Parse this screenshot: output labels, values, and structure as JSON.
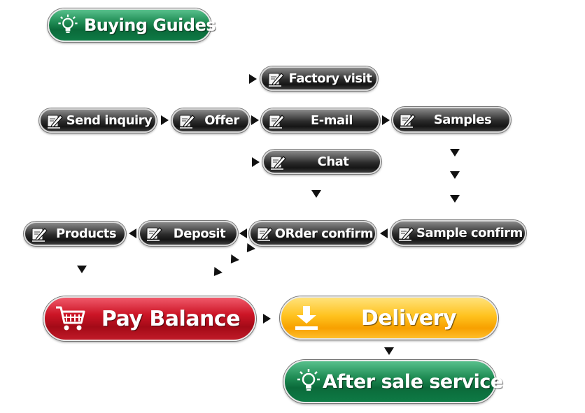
{
  "header": {
    "title": "Buying Guides",
    "icon": "lightbulb-icon"
  },
  "nodes": {
    "send_inquiry": "Send inquiry",
    "offer": "Offer",
    "factory_visit": "Factory visit",
    "email": "E-mail",
    "chat": "Chat",
    "samples": "Samples",
    "sample_confirm": "Sample confirm",
    "order_confirm": "ORder confirm",
    "deposit": "Deposit",
    "products": "Products",
    "pay_balance": "Pay Balance",
    "delivery": "Delivery",
    "after_sale": "After sale service"
  },
  "icons": {
    "node": "edit-pencil-icon",
    "pay_balance": "shopping-cart-icon",
    "delivery": "download-icon",
    "after_sale": "lightbulb-icon"
  },
  "colors": {
    "green": "#0e7a45",
    "red": "#cc1526",
    "orange": "#ffc21e",
    "dark": "#1e1e1e"
  }
}
